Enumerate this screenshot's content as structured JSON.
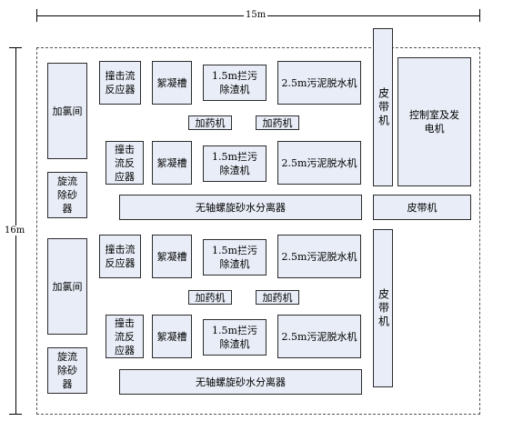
{
  "dimensions": {
    "width_label": "15m",
    "height_label": "16m"
  },
  "colors": {
    "box_fill": "#e8edf7",
    "border": "#2b2b2b"
  },
  "labels": {
    "chlorination": "加氯间",
    "grit": "旋流除砂器",
    "reactor": "撞击流反应器",
    "floc": "絮凝槽",
    "screen": "1.5m拦污除渣机",
    "dewater": "2.5m污泥脱水机",
    "dosing": "加药机",
    "separator": "无轴螺旋砂水分离器",
    "belt": "皮带机",
    "control": "控制室及发电机"
  }
}
